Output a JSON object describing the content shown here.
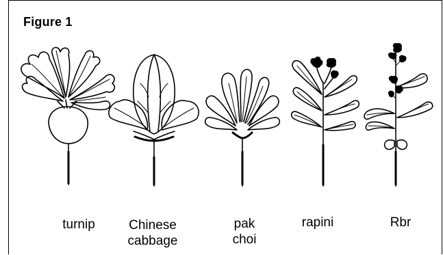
{
  "figure": {
    "title": "Figure 1",
    "plants": [
      {
        "id": "turnip",
        "label_line1": "turnip",
        "label_line2": ""
      },
      {
        "id": "chinese-cabbage",
        "label_line1": "Chinese",
        "label_line2": "cabbage"
      },
      {
        "id": "pak-choi",
        "label_line1": "pak",
        "label_line2": "choi"
      },
      {
        "id": "rapini",
        "label_line1": "rapini",
        "label_line2": ""
      },
      {
        "id": "rbr",
        "label_line1": "Rbr",
        "label_line2": ""
      }
    ]
  }
}
